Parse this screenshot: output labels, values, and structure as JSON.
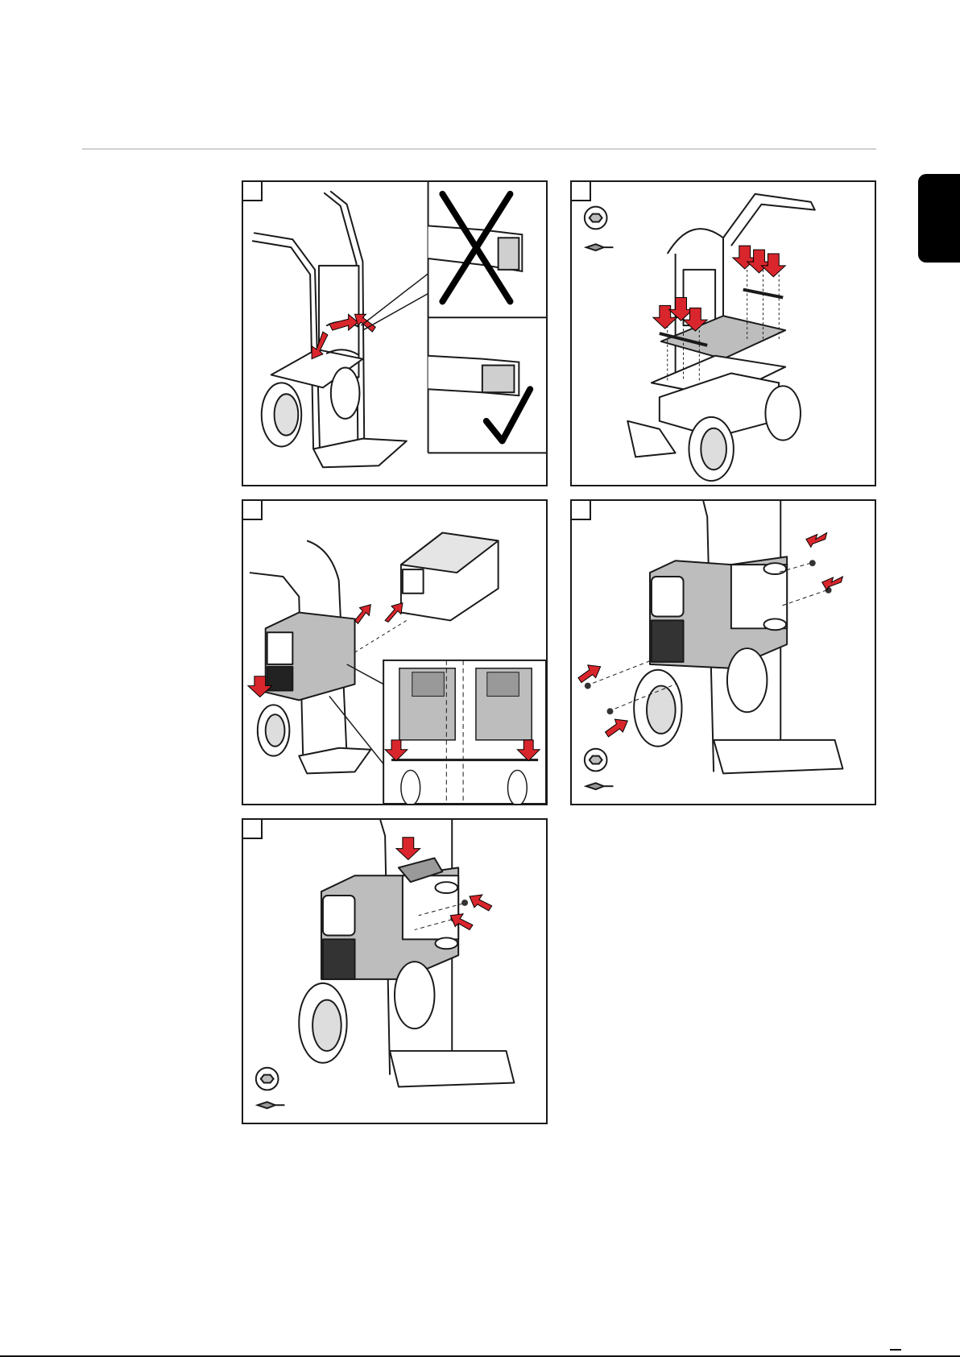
{
  "page": {
    "language_tab": "",
    "footer_page_number": ""
  },
  "steps": [
    {
      "id": "step-1",
      "number": "",
      "content": "cart-strap-attachment-illustration"
    },
    {
      "id": "step-2",
      "number": "",
      "content": "cart-plate-mounting-illustration"
    },
    {
      "id": "step-3",
      "number": "",
      "content": "power-source-placement-illustration"
    },
    {
      "id": "step-4",
      "number": "",
      "content": "side-screw-fastening-illustration"
    },
    {
      "id": "step-5",
      "number": "",
      "content": "top-bracket-fastening-illustration"
    }
  ],
  "colors": {
    "arrow": "#d8262c",
    "line": "#1a1a1a",
    "fill_gray": "#bdbdbd",
    "fill_dark": "#4a4a4a"
  }
}
